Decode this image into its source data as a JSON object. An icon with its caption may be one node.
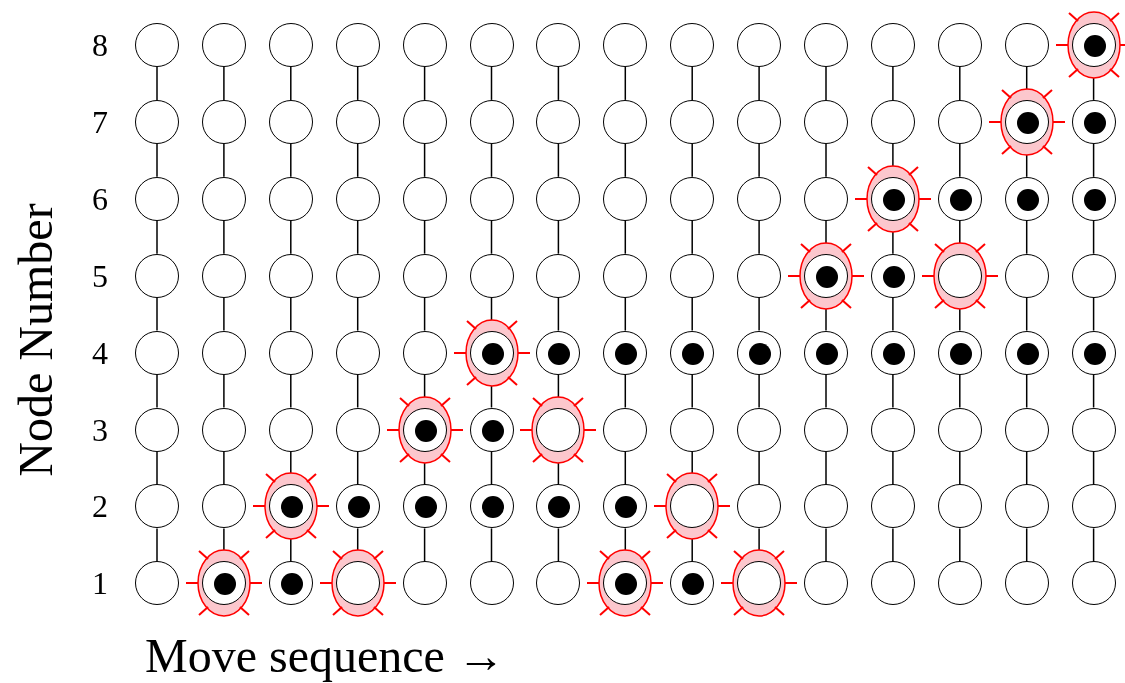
{
  "diagram": {
    "nodes": [
      {
        "text": [],
        "shape": "circle"
      },
      {
        "text": [],
        "shape": "circle"
      },
      {
        "text": [],
        "shape": "circle"
      },
      {
        "text": [],
        "shape": "circle"
      },
      {
        "text": [],
        "shape": "circle"
      },
      {
        "text": [],
        "shape": "circle"
      },
      {
        "text": [],
        "shape": "circle"
      },
      {
        "text": [],
        "shape": "circle"
      },
      {
        "text": [],
        "shape": "circle"
      },
      {
        "text": [],
        "shape": "circle"
      },
      {
        "text": [],
        "shape": "circle"
      },
      {
        "text": [],
        "shape": "circle"
      },
      {
        "text": [],
        "shape": "circle"
      },
      {
        "text": [],
        "shape": "circle"
      },
      {
        "text": [],
        "shape": "ellipse"
      },
      {
        "text": [],
        "shape": "circle",
        "in": 14
      },
      {
        "text": [],
        "shape": "dot",
        "in": 15
      },
      {
        "text": [],
        "shape": "circle"
      },
      {
        "text": [],
        "shape": "circle"
      },
      {
        "text": [],
        "shape": "circle"
      },
      {
        "text": [],
        "shape": "circle"
      },
      {
        "text": [],
        "shape": "circle"
      },
      {
        "text": [],
        "shape": "circle"
      },
      {
        "text": [],
        "shape": "circle"
      },
      {
        "text": [],
        "shape": "circle"
      },
      {
        "text": [],
        "shape": "circle"
      },
      {
        "text": [],
        "shape": "circle"
      },
      {
        "text": [],
        "shape": "circle"
      },
      {
        "text": [],
        "shape": "circle"
      },
      {
        "text": [],
        "shape": "circle"
      },
      {
        "text": [],
        "shape": "ellipse"
      },
      {
        "text": [],
        "shape": "circle",
        "in": 30
      },
      {
        "text": [],
        "shape": "dot",
        "in": 31
      },
      {
        "text": [],
        "shape": "circle"
      },
      {
        "text": [],
        "shape": "dot",
        "in": 33
      },
      {
        "text": [],
        "shape": "circle"
      },
      {
        "text": [],
        "shape": "circle"
      },
      {
        "text": [],
        "shape": "circle"
      },
      {
        "text": [],
        "shape": "circle"
      },
      {
        "text": [],
        "shape": "circle"
      },
      {
        "text": [],
        "shape": "circle"
      },
      {
        "text": [],
        "shape": "circle"
      },
      {
        "text": [],
        "shape": "circle"
      },
      {
        "text": [],
        "shape": "circle"
      },
      {
        "text": [],
        "shape": "circle"
      },
      {
        "text": [],
        "shape": "circle"
      },
      {
        "text": [],
        "shape": "ellipse"
      },
      {
        "text": [],
        "shape": "circle",
        "in": 46
      },
      {
        "text": [],
        "shape": "dot",
        "in": 47
      },
      {
        "text": [],
        "shape": "circle"
      },
      {
        "text": [],
        "shape": "dot",
        "in": 49
      },
      {
        "text": [],
        "shape": "circle"
      },
      {
        "text": [],
        "shape": "dot",
        "in": 51
      },
      {
        "text": [],
        "shape": "circle"
      },
      {
        "text": [],
        "shape": "dot",
        "in": 53
      },
      {
        "text": [],
        "shape": "circle"
      },
      {
        "text": [],
        "shape": "circle"
      },
      {
        "text": [],
        "shape": "circle"
      },
      {
        "text": [],
        "shape": "circle"
      },
      {
        "text": [],
        "shape": "circle"
      },
      {
        "text": [],
        "shape": "circle"
      },
      {
        "text": [],
        "shape": "circle"
      },
      {
        "text": [],
        "shape": "circle"
      },
      {
        "text": [],
        "shape": "circle"
      },
      {
        "text": [],
        "shape": "circle"
      },
      {
        "text": [],
        "shape": "ellipse"
      },
      {
        "text": [],
        "shape": "circle",
        "in": 65
      },
      {
        "text": [],
        "shape": "dot",
        "in": 66
      },
      {
        "text": [],
        "shape": "circle"
      },
      {
        "text": [],
        "shape": "dot",
        "in": 68
      },
      {
        "text": [],
        "shape": "ellipse"
      },
      {
        "text": [],
        "shape": "circle",
        "in": 70
      },
      {
        "text": [],
        "shape": "circle"
      },
      {
        "text": [],
        "shape": "circle"
      },
      {
        "text": [],
        "shape": "circle"
      },
      {
        "text": [],
        "shape": "circle"
      },
      {
        "text": [],
        "shape": "circle"
      },
      {
        "text": [],
        "shape": "circle"
      },
      {
        "text": [],
        "shape": "circle"
      },
      {
        "text": [],
        "shape": "ellipse"
      },
      {
        "text": [],
        "shape": "circle",
        "in": 79
      },
      {
        "text": [],
        "shape": "dot",
        "in": 80
      },
      {
        "text": [],
        "shape": "circle"
      },
      {
        "text": [],
        "shape": "dot",
        "in": 82
      },
      {
        "text": [],
        "shape": "circle"
      },
      {
        "text": [],
        "shape": "dot",
        "in": 84
      },
      {
        "text": [],
        "shape": "circle"
      },
      {
        "text": [],
        "shape": "dot",
        "in": 86
      },
      {
        "text": [],
        "shape": "circle"
      },
      {
        "text": [],
        "shape": "dot",
        "in": 88
      },
      {
        "text": [],
        "shape": "circle"
      },
      {
        "text": [],
        "shape": "dot",
        "in": 90
      },
      {
        "text": [],
        "shape": "circle"
      },
      {
        "text": [],
        "shape": "dot",
        "in": 92
      },
      {
        "text": [],
        "shape": "circle"
      },
      {
        "text": [],
        "shape": "dot",
        "in": 94
      },
      {
        "text": [],
        "shape": "circle"
      },
      {
        "text": [],
        "shape": "dot",
        "in": 96
      },
      {
        "text": [],
        "shape": "circle"
      },
      {
        "text": [],
        "shape": "dot",
        "in": 98
      },
      {
        "text": [],
        "shape": "circle"
      },
      {
        "text": [],
        "shape": "circle"
      },
      {
        "text": [],
        "shape": "circle"
      },
      {
        "text": [],
        "shape": "circle"
      },
      {
        "text": [],
        "shape": "ellipse"
      },
      {
        "text": [],
        "shape": "circle",
        "in": 104
      },
      {
        "text": [],
        "shape": "dot",
        "in": 105
      },
      {
        "text": [],
        "shape": "circle"
      },
      {
        "text": [],
        "shape": "dot",
        "in": 107
      },
      {
        "text": [],
        "shape": "ellipse"
      },
      {
        "text": [],
        "shape": "circle",
        "in": 109
      },
      {
        "text": [],
        "shape": "circle"
      },
      {
        "text": [],
        "shape": "circle"
      },
      {
        "text": [],
        "shape": "circle"
      },
      {
        "text": [],
        "shape": "circle"
      },
      {
        "text": [],
        "shape": "circle"
      },
      {
        "text": [],
        "shape": "circle"
      },
      {
        "text": [],
        "shape": "circle"
      },
      {
        "text": [],
        "shape": "circle"
      },
      {
        "text": [],
        "shape": "circle"
      },
      {
        "text": [],
        "shape": "circle"
      },
      {
        "text": [],
        "shape": "ellipse"
      },
      {
        "text": [],
        "shape": "circle",
        "in": 121
      },
      {
        "text": [],
        "shape": "dot",
        "in": 122
      },
      {
        "text": [],
        "shape": "circle"
      },
      {
        "text": [],
        "shape": "dot",
        "in": 124
      },
      {
        "text": [],
        "shape": "circle"
      },
      {
        "text": [],
        "shape": "dot",
        "in": 126
      },
      {
        "text": [],
        "shape": "circle"
      },
      {
        "text": [],
        "shape": "dot",
        "in": 128
      },
      {
        "text": [],
        "shape": "circle"
      },
      {
        "text": [],
        "shape": "dot",
        "in": 130
      },
      {
        "text": [],
        "shape": "circle"
      },
      {
        "text": [],
        "shape": "dot",
        "in": 132
      },
      {
        "text": [],
        "shape": "ellipse"
      },
      {
        "text": [],
        "shape": "circle",
        "in": 134
      },
      {
        "text": [],
        "shape": "circle"
      },
      {
        "text": [],
        "shape": "circle"
      },
      {
        "text": [],
        "shape": "circle"
      },
      {
        "text": [],
        "shape": "circle"
      },
      {
        "text": [],
        "shape": "circle"
      },
      {
        "text": [],
        "shape": "circle"
      },
      {
        "text": [],
        "shape": "circle"
      },
      {
        "text": [],
        "shape": "ellipse"
      },
      {
        "text": [],
        "shape": "circle",
        "in": 143
      },
      {
        "text": [],
        "shape": "dot",
        "in": 144
      },
      {
        "text": [],
        "shape": "circle"
      },
      {
        "text": [],
        "shape": "dot",
        "in": 146
      },
      {
        "text": [],
        "shape": "ellipse"
      },
      {
        "text": [],
        "shape": "circle",
        "in": 148
      },
      {
        "text": [],
        "shape": "circle"
      },
      {
        "text": [],
        "shape": "circle"
      },
      {
        "text": [],
        "shape": "circle"
      },
      {
        "text": [],
        "shape": "ellipse"
      },
      {
        "text": [],
        "shape": "circle",
        "in": 153
      },
      {
        "text": [],
        "shape": "dot",
        "in": 154
      },
      {
        "text": [],
        "shape": "circle"
      },
      {
        "text": [],
        "shape": "dot",
        "in": 156
      },
      {
        "text": [],
        "shape": "ellipse"
      },
      {
        "text": [],
        "shape": "circle",
        "in": 158
      },
      {
        "text": [],
        "shape": "circle"
      },
      {
        "text": [],
        "shape": "circle"
      },
      {
        "text": [],
        "shape": "circle"
      },
      {
        "text": [],
        "shape": "circle"
      },
      {
        "text": [],
        "shape": "circle"
      }
    ],
    "edges": [
      {
        "from": 0,
        "to": 17,
        "arrow": "none"
      },
      {
        "from": 1,
        "to": 18,
        "arrow": "none"
      },
      {
        "from": 2,
        "to": 19,
        "arrow": "none"
      },
      {
        "from": 3,
        "to": 20,
        "arrow": "none"
      },
      {
        "from": 4,
        "to": 21,
        "arrow": "none"
      },
      {
        "from": 5,
        "to": 22,
        "arrow": "none"
      },
      {
        "from": 6,
        "to": 23,
        "arrow": "none"
      },
      {
        "from": 7,
        "to": 24,
        "arrow": "none"
      },
      {
        "from": 8,
        "to": 25,
        "arrow": "none"
      },
      {
        "from": 9,
        "to": 26,
        "arrow": "none"
      },
      {
        "from": 10,
        "to": 27,
        "arrow": "none"
      },
      {
        "from": 11,
        "to": 28,
        "arrow": "none"
      },
      {
        "from": 12,
        "to": 29,
        "arrow": "none"
      },
      {
        "from": 13,
        "to": 31,
        "arrow": "none"
      },
      {
        "from": 15,
        "to": 33,
        "arrow": "none"
      },
      {
        "from": 17,
        "to": 35,
        "arrow": "none"
      },
      {
        "from": 18,
        "to": 36,
        "arrow": "none"
      },
      {
        "from": 19,
        "to": 37,
        "arrow": "none"
      },
      {
        "from": 20,
        "to": 38,
        "arrow": "none"
      },
      {
        "from": 21,
        "to": 39,
        "arrow": "none"
      },
      {
        "from": 22,
        "to": 40,
        "arrow": "none"
      },
      {
        "from": 23,
        "to": 41,
        "arrow": "none"
      },
      {
        "from": 24,
        "to": 42,
        "arrow": "none"
      },
      {
        "from": 25,
        "to": 43,
        "arrow": "none"
      },
      {
        "from": 26,
        "to": 44,
        "arrow": "none"
      },
      {
        "from": 27,
        "to": 45,
        "arrow": "none"
      },
      {
        "from": 28,
        "to": 47,
        "arrow": "none"
      },
      {
        "from": 29,
        "to": 49,
        "arrow": "none"
      },
      {
        "from": 31,
        "to": 51,
        "arrow": "none"
      },
      {
        "from": 33,
        "to": 53,
        "arrow": "none"
      },
      {
        "from": 35,
        "to": 55,
        "arrow": "none"
      },
      {
        "from": 36,
        "to": 56,
        "arrow": "none"
      },
      {
        "from": 37,
        "to": 57,
        "arrow": "none"
      },
      {
        "from": 38,
        "to": 58,
        "arrow": "none"
      },
      {
        "from": 39,
        "to": 59,
        "arrow": "none"
      },
      {
        "from": 40,
        "to": 60,
        "arrow": "none"
      },
      {
        "from": 41,
        "to": 61,
        "arrow": "none"
      },
      {
        "from": 42,
        "to": 62,
        "arrow": "none"
      },
      {
        "from": 43,
        "to": 63,
        "arrow": "none"
      },
      {
        "from": 44,
        "to": 64,
        "arrow": "none"
      },
      {
        "from": 45,
        "to": 66,
        "arrow": "none"
      },
      {
        "from": 47,
        "to": 68,
        "arrow": "none"
      },
      {
        "from": 49,
        "to": 71,
        "arrow": "none"
      },
      {
        "from": 51,
        "to": 72,
        "arrow": "none"
      },
      {
        "from": 53,
        "to": 73,
        "arrow": "none"
      },
      {
        "from": 55,
        "to": 74,
        "arrow": "none"
      },
      {
        "from": 56,
        "to": 75,
        "arrow": "none"
      },
      {
        "from": 57,
        "to": 76,
        "arrow": "none"
      },
      {
        "from": 58,
        "to": 77,
        "arrow": "none"
      },
      {
        "from": 59,
        "to": 78,
        "arrow": "none"
      },
      {
        "from": 60,
        "to": 80,
        "arrow": "none"
      },
      {
        "from": 61,
        "to": 82,
        "arrow": "none"
      },
      {
        "from": 62,
        "to": 84,
        "arrow": "none"
      },
      {
        "from": 63,
        "to": 86,
        "arrow": "none"
      },
      {
        "from": 64,
        "to": 88,
        "arrow": "none"
      },
      {
        "from": 66,
        "to": 90,
        "arrow": "none"
      },
      {
        "from": 68,
        "to": 92,
        "arrow": "none"
      },
      {
        "from": 71,
        "to": 94,
        "arrow": "none"
      },
      {
        "from": 72,
        "to": 96,
        "arrow": "none"
      },
      {
        "from": 73,
        "to": 98,
        "arrow": "none"
      },
      {
        "from": 74,
        "to": 100,
        "arrow": "none"
      },
      {
        "from": 75,
        "to": 101,
        "arrow": "none"
      },
      {
        "from": 76,
        "to": 102,
        "arrow": "none"
      },
      {
        "from": 77,
        "to": 103,
        "arrow": "none"
      },
      {
        "from": 78,
        "to": 105,
        "arrow": "none"
      },
      {
        "from": 80,
        "to": 107,
        "arrow": "none"
      },
      {
        "from": 82,
        "to": 110,
        "arrow": "none"
      },
      {
        "from": 84,
        "to": 111,
        "arrow": "none"
      },
      {
        "from": 86,
        "to": 112,
        "arrow": "none"
      },
      {
        "from": 88,
        "to": 113,
        "arrow": "none"
      },
      {
        "from": 90,
        "to": 114,
        "arrow": "none"
      },
      {
        "from": 92,
        "to": 115,
        "arrow": "none"
      },
      {
        "from": 94,
        "to": 116,
        "arrow": "none"
      },
      {
        "from": 96,
        "to": 117,
        "arrow": "none"
      },
      {
        "from": 98,
        "to": 118,
        "arrow": "none"
      },
      {
        "from": 100,
        "to": 119,
        "arrow": "none"
      },
      {
        "from": 101,
        "to": 120,
        "arrow": "none"
      },
      {
        "from": 102,
        "to": 122,
        "arrow": "none"
      },
      {
        "from": 103,
        "to": 124,
        "arrow": "none"
      },
      {
        "from": 105,
        "to": 126,
        "arrow": "none"
      },
      {
        "from": 107,
        "to": 128,
        "arrow": "none"
      },
      {
        "from": 110,
        "to": 130,
        "arrow": "none"
      },
      {
        "from": 111,
        "to": 132,
        "arrow": "none"
      },
      {
        "from": 112,
        "to": 135,
        "arrow": "none"
      },
      {
        "from": 113,
        "to": 136,
        "arrow": "none"
      },
      {
        "from": 114,
        "to": 137,
        "arrow": "none"
      },
      {
        "from": 115,
        "to": 138,
        "arrow": "none"
      },
      {
        "from": 116,
        "to": 139,
        "arrow": "none"
      },
      {
        "from": 117,
        "to": 140,
        "arrow": "none"
      },
      {
        "from": 118,
        "to": 141,
        "arrow": "none"
      },
      {
        "from": 119,
        "to": 142,
        "arrow": "none"
      },
      {
        "from": 120,
        "to": 144,
        "arrow": "none"
      },
      {
        "from": 122,
        "to": 146,
        "arrow": "none"
      },
      {
        "from": 124,
        "to": 149,
        "arrow": "none"
      },
      {
        "from": 126,
        "to": 150,
        "arrow": "none"
      },
      {
        "from": 128,
        "to": 151,
        "arrow": "none"
      },
      {
        "from": 130,
        "to": 152,
        "arrow": "none"
      },
      {
        "from": 132,
        "to": 154,
        "arrow": "none"
      },
      {
        "from": 135,
        "to": 156,
        "arrow": "none"
      },
      {
        "from": 136,
        "to": 159,
        "arrow": "none"
      },
      {
        "from": 137,
        "to": 160,
        "arrow": "none"
      },
      {
        "from": 138,
        "to": 161,
        "arrow": "none"
      },
      {
        "from": 139,
        "to": 162,
        "arrow": "none"
      },
      {
        "from": 140,
        "to": 163,
        "arrow": "none"
      },
      {
        "from": 141,
        "to": 164,
        "arrow": "none"
      }
    ],
    "labels": [
      "Node Number",
      "8",
      "7",
      "6",
      "5",
      "4",
      "3",
      "2",
      "1",
      "Move sequence →"
    ]
  }
}
